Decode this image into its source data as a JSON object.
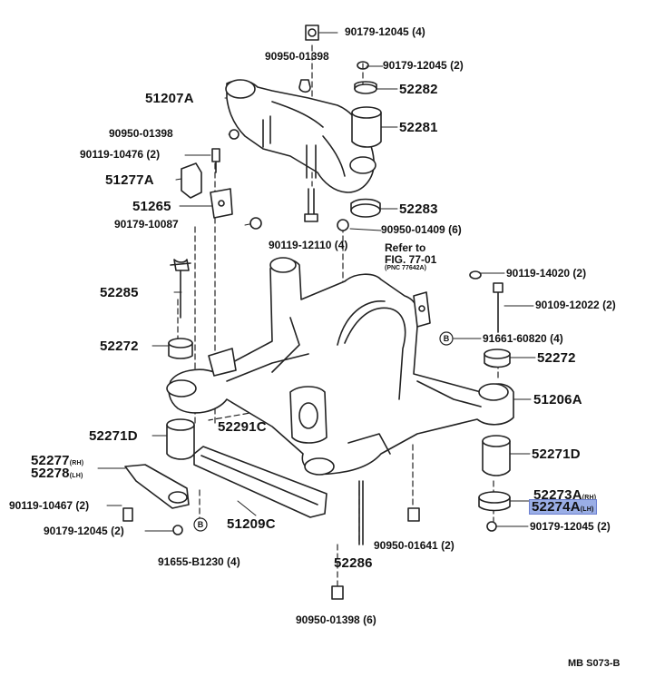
{
  "diagram": {
    "footer_code": "MB S073-B",
    "reference": {
      "line1": "Refer to",
      "line2": "FIG. 77-01",
      "line3": "(PNC 77642A)"
    },
    "parts": {
      "p_90179_12045_top": "90179-12045 (4)",
      "p_90950_01398_a": "90950-01398",
      "p_90179_12045_b": "90179-12045 (2)",
      "p_51207A": "51207A",
      "p_52282": "52282",
      "p_52281": "52281",
      "p_90950_01398_b": "90950-01398",
      "p_90119_10476": "90119-10476 (2)",
      "p_51277A": "51277A",
      "p_51265": "51265",
      "p_90179_10087": "90179-10087",
      "p_52283": "52283",
      "p_90950_01409": "90950-01409 (6)",
      "p_90119_12110": "90119-12110 (4)",
      "p_90119_14020": "90119-14020 (2)",
      "p_52285": "52285",
      "p_90109_12022": "90109-12022 (2)",
      "p_52272_left": "52272",
      "p_91661_60820": "91661-60820 (4)",
      "p_52272_right": "52272",
      "p_51206A": "51206A",
      "p_52271D_left": "52271D",
      "p_52291C": "52291C",
      "p_52271D_right": "52271D",
      "p_52277": "52277",
      "p_52277_sup": "(RH)",
      "p_52278": "52278",
      "p_52278_sup": "(LH)",
      "p_52273A": "52273A",
      "p_52273A_sup": "(RH)",
      "p_52274A": "52274A",
      "p_52274A_sup": "(LH)",
      "p_90119_10467": "90119-10467 (2)",
      "p_90179_12045_lower_left": "90179-12045 (2)",
      "p_51209C": "51209C",
      "p_90950_01641": "90950-01641 (2)",
      "p_90179_12045_lower_right": "90179-12045 (2)",
      "p_91655_B1230": "91655-B1230 (4)",
      "p_52286": "52286",
      "p_90950_01398_bottom": "90950-01398 (6)"
    }
  }
}
